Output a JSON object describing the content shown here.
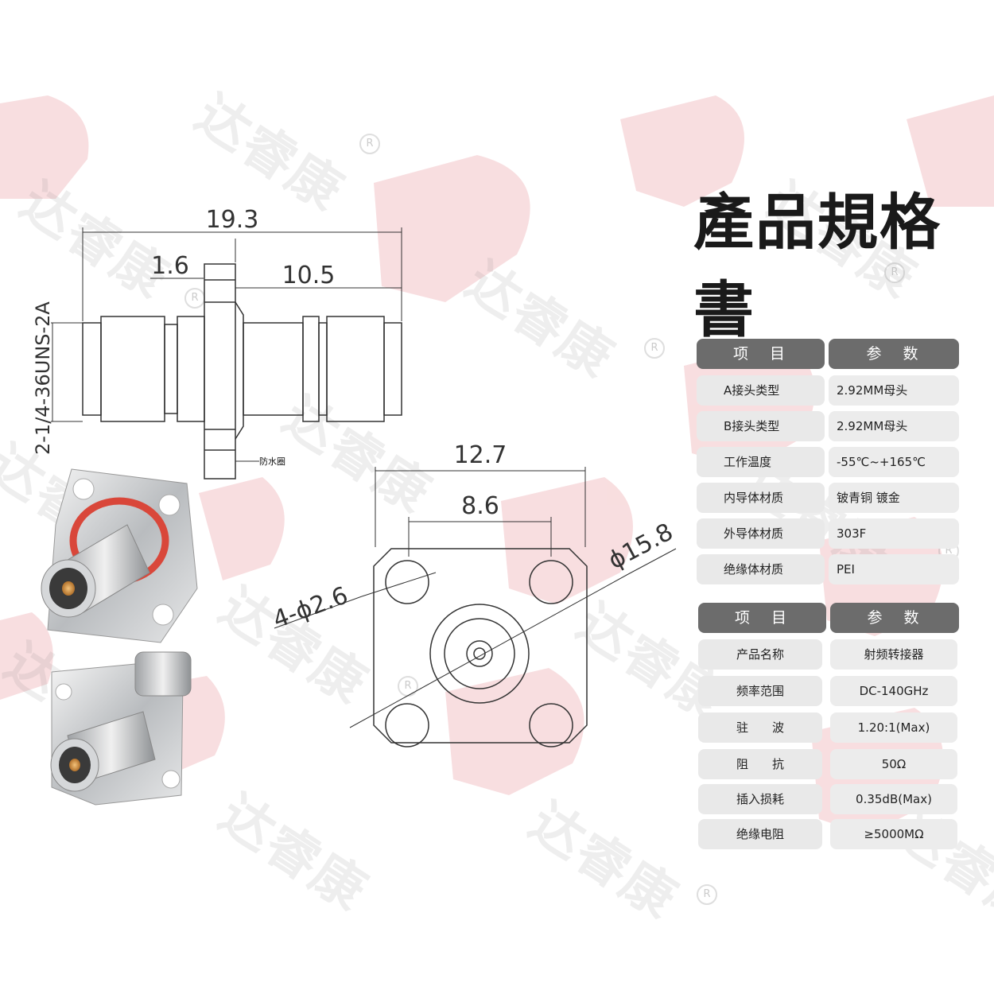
{
  "title": "產品規格書",
  "watermark": {
    "text": "达睿康",
    "registered": "R"
  },
  "drawing": {
    "side_view": {
      "overall_length": "19.3",
      "flange_thickness": "1.6",
      "right_length": "10.5",
      "thread": "2-1/4-36UNS-2A",
      "seal_note": "防水圈"
    },
    "front_view": {
      "flange_width": "12.7",
      "hole_spacing": "8.6",
      "diagonal": "ϕ15.8",
      "holes": "4-ϕ2.6"
    }
  },
  "table1": {
    "headers": [
      "项　目",
      "参　数"
    ],
    "rows": [
      {
        "key": "A接头类型",
        "value": "2.92MM母头"
      },
      {
        "key": "B接头类型",
        "value": "2.92MM母头"
      },
      {
        "key": "工作温度",
        "value": "-55℃~+165℃"
      },
      {
        "key": "内导体材质",
        "value": "铍青铜 镀金"
      },
      {
        "key": "外导体材质",
        "value": "303F"
      },
      {
        "key": "绝缘体材质",
        "value": "PEI"
      }
    ]
  },
  "table2": {
    "headers": [
      "项　目",
      "参　数"
    ],
    "rows": [
      {
        "key": "产品名称",
        "value": "射频转接器"
      },
      {
        "key": "频率范围",
        "value": "DC-140GHz"
      },
      {
        "key": "驻　　波",
        "value": "1.20:1(Max)"
      },
      {
        "key": "阻　　抗",
        "value": "50Ω"
      },
      {
        "key": "插入损耗",
        "value": "0.35dB(Max)"
      },
      {
        "key": "绝缘电阻",
        "value": "≥5000MΩ"
      }
    ]
  },
  "colors": {
    "header_bg": "#6c6c6c",
    "cell_bg": "#e9e9e9",
    "watermark_red": "#f3c9cc",
    "oring": "#d9473a"
  }
}
